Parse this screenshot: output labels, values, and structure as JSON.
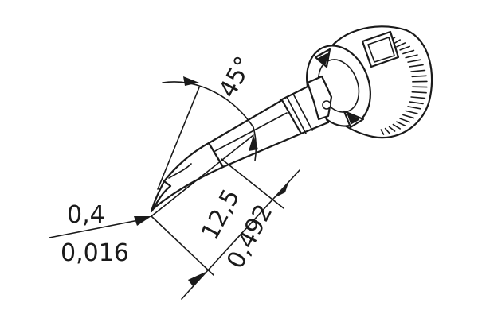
{
  "diagram": {
    "tip_width_metric": "0,4",
    "tip_width_imperial": "0,016",
    "length_metric": "12,5",
    "length_imperial": "0,492",
    "angle": "45°"
  }
}
